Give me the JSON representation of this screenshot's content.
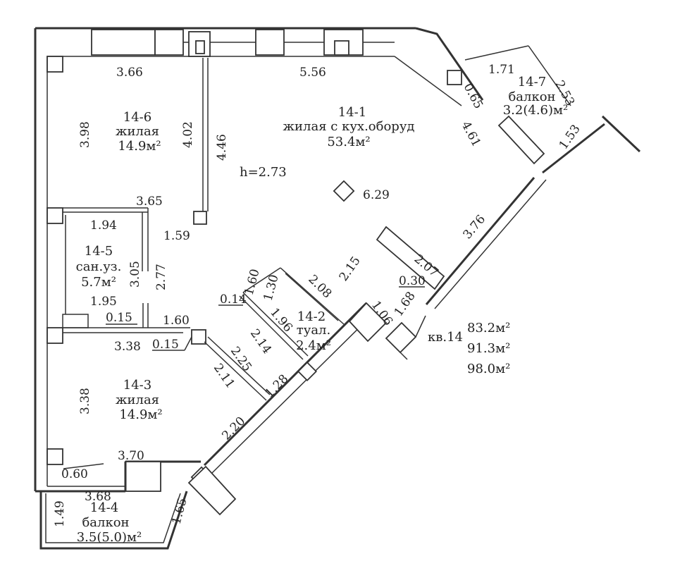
{
  "ceiling_height": "h=2.73",
  "apartment": {
    "label": "кв.14",
    "areas": [
      "83.2м²",
      "91.3м²",
      "98.0м²"
    ]
  },
  "rooms": {
    "r1": {
      "id": "14-1",
      "type": "жилая с кух.оборуд",
      "area": "53.4м²"
    },
    "r2": {
      "id": "14-2",
      "type": "туал.",
      "area": "2.4м²"
    },
    "r3": {
      "id": "14-3",
      "type": "жилая",
      "area": "14.9м²"
    },
    "r4": {
      "id": "14-4",
      "type": "балкон",
      "area": "3.5(5.0)м²"
    },
    "r5": {
      "id": "14-5",
      "type": "сан.уз.",
      "area": "5.7м²"
    },
    "r6": {
      "id": "14-6",
      "type": "жилая",
      "area": "14.9м²"
    },
    "r7": {
      "id": "14-7",
      "type": "балкон",
      "area": "3.2(4.6)м²"
    }
  },
  "dimensions": {
    "d366": "3.66",
    "d556": "5.56",
    "d171": "1.71",
    "d065": "0.65",
    "d253": "2.53",
    "d461": "4.61",
    "d153": "1.53",
    "d398": "3.98",
    "d402": "4.02",
    "d446": "4.46",
    "d629": "6.29",
    "d376": "3.76",
    "d365": "3.65",
    "d194": "1.94",
    "d159": "1.59",
    "d305": "3.05",
    "d277": "2.77",
    "d207": "2.07",
    "d030": "0.30",
    "d215": "2.15",
    "d160a": "1.60",
    "d130": "1.30",
    "d208": "2.08",
    "d014": "0.14",
    "d195": "1.95",
    "d015a": "0.15",
    "d160b": "1.60",
    "d196": "1.96",
    "d106": "1.06",
    "d168": "1.68",
    "d338a": "3.38",
    "d015b": "0.15",
    "d214": "2.14",
    "d225": "2.25",
    "d211": "2.11",
    "d128": "1.28",
    "d338b": "3.38",
    "d220": "2.20",
    "d370": "3.70",
    "d060": "0.60",
    "d368": "3.68",
    "d149": "1.49",
    "d165": "1.65"
  }
}
